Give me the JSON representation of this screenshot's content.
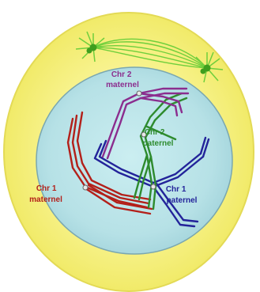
{
  "labels": {
    "chr2_maternel": [
      "Chr 2",
      "maternel"
    ],
    "chr2_paternel": [
      "Chr 2",
      "paternel"
    ],
    "chr1_maternel": [
      "Chr 1",
      "maternel"
    ],
    "chr1_paternel": [
      "Chr 1",
      "paternel"
    ]
  },
  "colors": {
    "cytoplasm": "#f4f07a",
    "nucleus": "#b8e3e8",
    "chr1_maternel": "#b3201a",
    "chr2_maternel": "#8b2d8e",
    "chr2_paternel": "#2e8b2e",
    "chr1_paternel": "#23239a",
    "spindle": "#55c22e"
  }
}
